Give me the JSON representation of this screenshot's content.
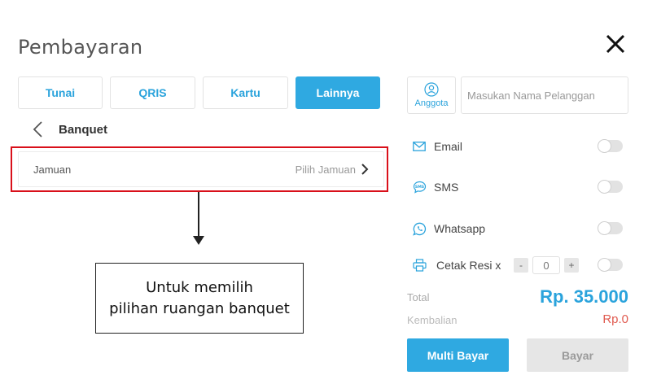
{
  "header": {
    "title": "Pembayaran"
  },
  "tabs": [
    {
      "label": "Tunai"
    },
    {
      "label": "QRIS"
    },
    {
      "label": "Kartu"
    },
    {
      "label": "Lainnya"
    }
  ],
  "section": {
    "title": "Banquet"
  },
  "jamuan_row": {
    "label": "Jamuan",
    "action": "Pilih Jamuan"
  },
  "annotation": {
    "line1": "Untuk memilih",
    "line2": "pilihan ruangan banquet"
  },
  "customer": {
    "anggota_label": "Anggota",
    "name_placeholder": "Masukan Nama Pelanggan"
  },
  "options": {
    "email": "Email",
    "sms": "SMS",
    "whatsapp": "Whatsapp",
    "print": "Cetak Resi x",
    "print_qty": "0",
    "minus": "-",
    "plus": "+"
  },
  "summary": {
    "total_label": "Total",
    "total_value": "Rp. 35.000",
    "change_label": "Kembalian",
    "change_value": "Rp.0"
  },
  "actions": {
    "multi_pay": "Multi Bayar",
    "pay": "Bayar"
  },
  "colors": {
    "accent": "#2fa9e1",
    "highlight": "#d9101a",
    "change": "#e05a4f"
  }
}
